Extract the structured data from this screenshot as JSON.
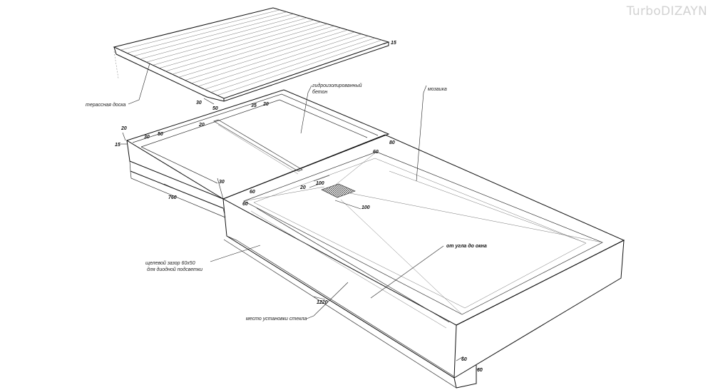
{
  "watermark": "TurboDIZAYN",
  "labels": {
    "deck_board": "терассная доска",
    "waterproof_concrete_1": "гидроизолированный",
    "waterproof_concrete_2": "бетон",
    "mosaic": "мозаика",
    "slot_gap_1": "щелевой зазор 60х50",
    "slot_gap_2": "для диодной подсветки",
    "glass_place": "место установки стекла",
    "window_corner": "от угла до окна"
  },
  "dims": {
    "d15_top": "15",
    "d30_board": "30",
    "d50_board": "50",
    "d35": "35",
    "d20_rim": "20",
    "d20_left": "20",
    "d15_left": "15",
    "d30_left": "30",
    "d50_left": "50",
    "d20_mid": "20",
    "d60_step": "60",
    "d80_corner": "80",
    "d100_a": "100",
    "d20_drain": "20",
    "d100_b": "100",
    "d30_side": "30",
    "d60_side": "60",
    "d60_side2": "60",
    "d760": "760",
    "d1220": "1220",
    "d60_bottom_a": "60",
    "d60_bottom_b": "60"
  },
  "colors": {
    "line": "#111111",
    "drain_hatch": "#555555",
    "watermark": "#d2d2d2"
  }
}
